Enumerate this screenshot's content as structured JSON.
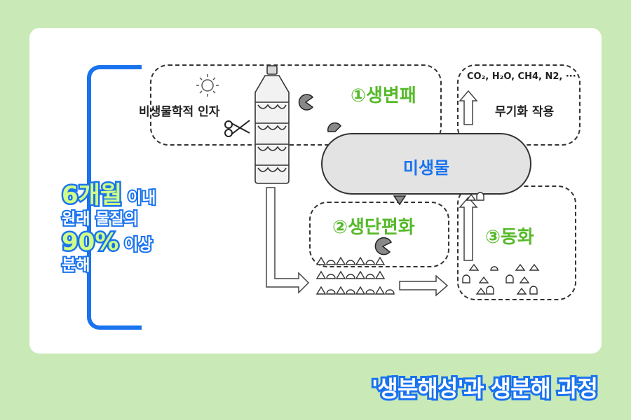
{
  "side_text": {
    "line1_big": "6개월",
    "line1_rest": " 이내",
    "line2": "원래 물질의",
    "line3_big": "90%",
    "line3_rest": " 이상",
    "line4": "분해"
  },
  "bottom_title": "'생분해성'과 생분해 과정",
  "diagram": {
    "abiotic_label": "비생물학적 인자",
    "stage1_label": "①생변패",
    "stage2_label": "②생단편화",
    "stage3_label": "③동화",
    "microbe_label": "미생물",
    "products_label": "CO₂, H₂O, CH4, N2, ···",
    "mineralization_label": "무기화 작용"
  },
  "icons": [
    "sun-icon",
    "scissors-icon",
    "bottle-icon",
    "pacman-icon",
    "arrow-icon"
  ],
  "colors": {
    "background": "#c9e9b7",
    "accent_blue": "#1a73ee",
    "stage_green": "#56b92a"
  }
}
